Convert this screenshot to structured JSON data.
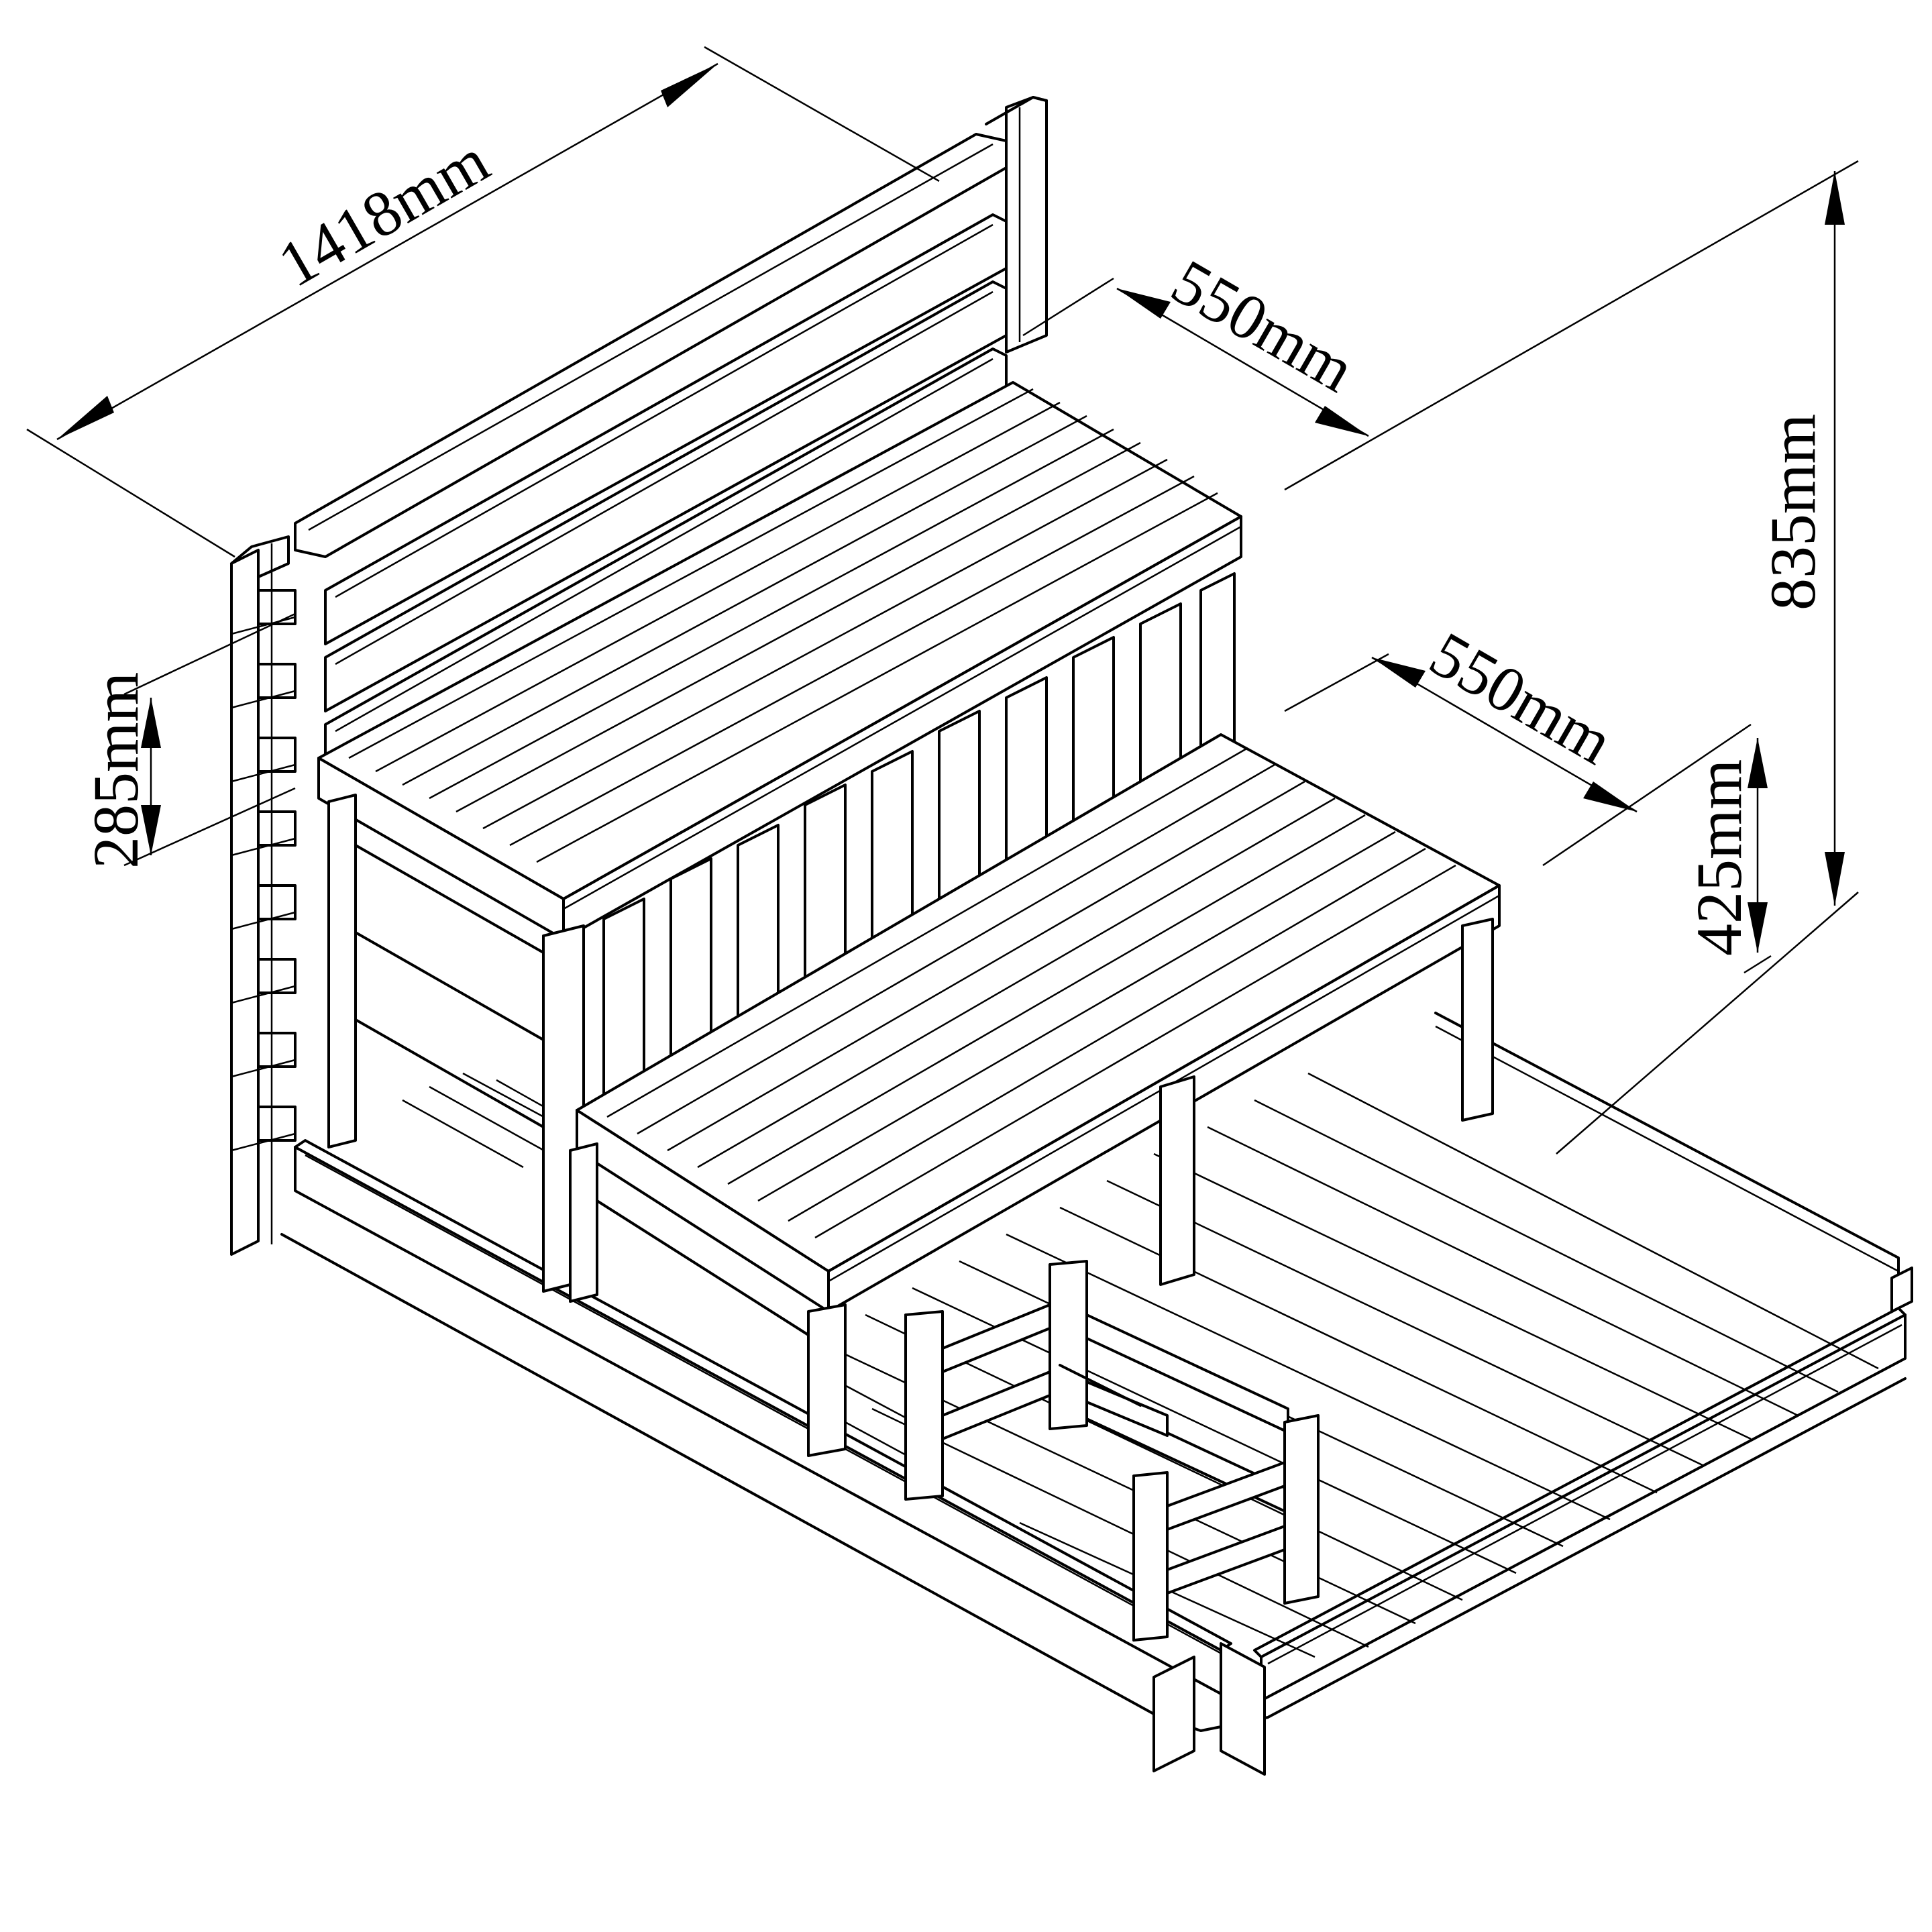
{
  "dimensions": {
    "overall_length": "1418mm",
    "upper_bench_depth": "550mm",
    "lower_bench_depth": "550mm",
    "overall_height": "835mm",
    "lower_bench_height": "425mm",
    "backrest_height": "285mm"
  },
  "colors": {
    "line": "#000000",
    "background": "#ffffff"
  }
}
